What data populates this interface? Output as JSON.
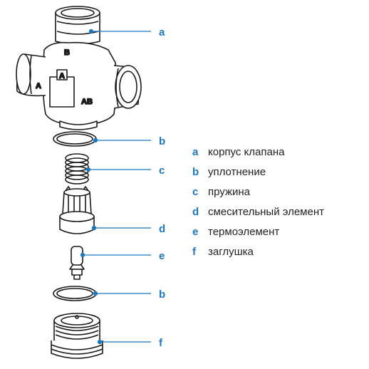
{
  "colors": {
    "accent": "#1a78c2",
    "line": "#1b1b1b",
    "text": "#222222"
  },
  "body_port_labels": {
    "top": "B",
    "left": "A",
    "right": "AB",
    "center_box": "A"
  },
  "callouts": [
    "a",
    "b",
    "c",
    "d",
    "e",
    "b",
    "f"
  ],
  "legend": [
    {
      "key": "a",
      "text": "корпус клапана"
    },
    {
      "key": "b",
      "text": "уплотнение"
    },
    {
      "key": "c",
      "text": "пружина"
    },
    {
      "key": "d",
      "text": "смесительный элемент"
    },
    {
      "key": "e",
      "text": "термоэлемент"
    },
    {
      "key": "f",
      "text": "заглушка"
    }
  ]
}
